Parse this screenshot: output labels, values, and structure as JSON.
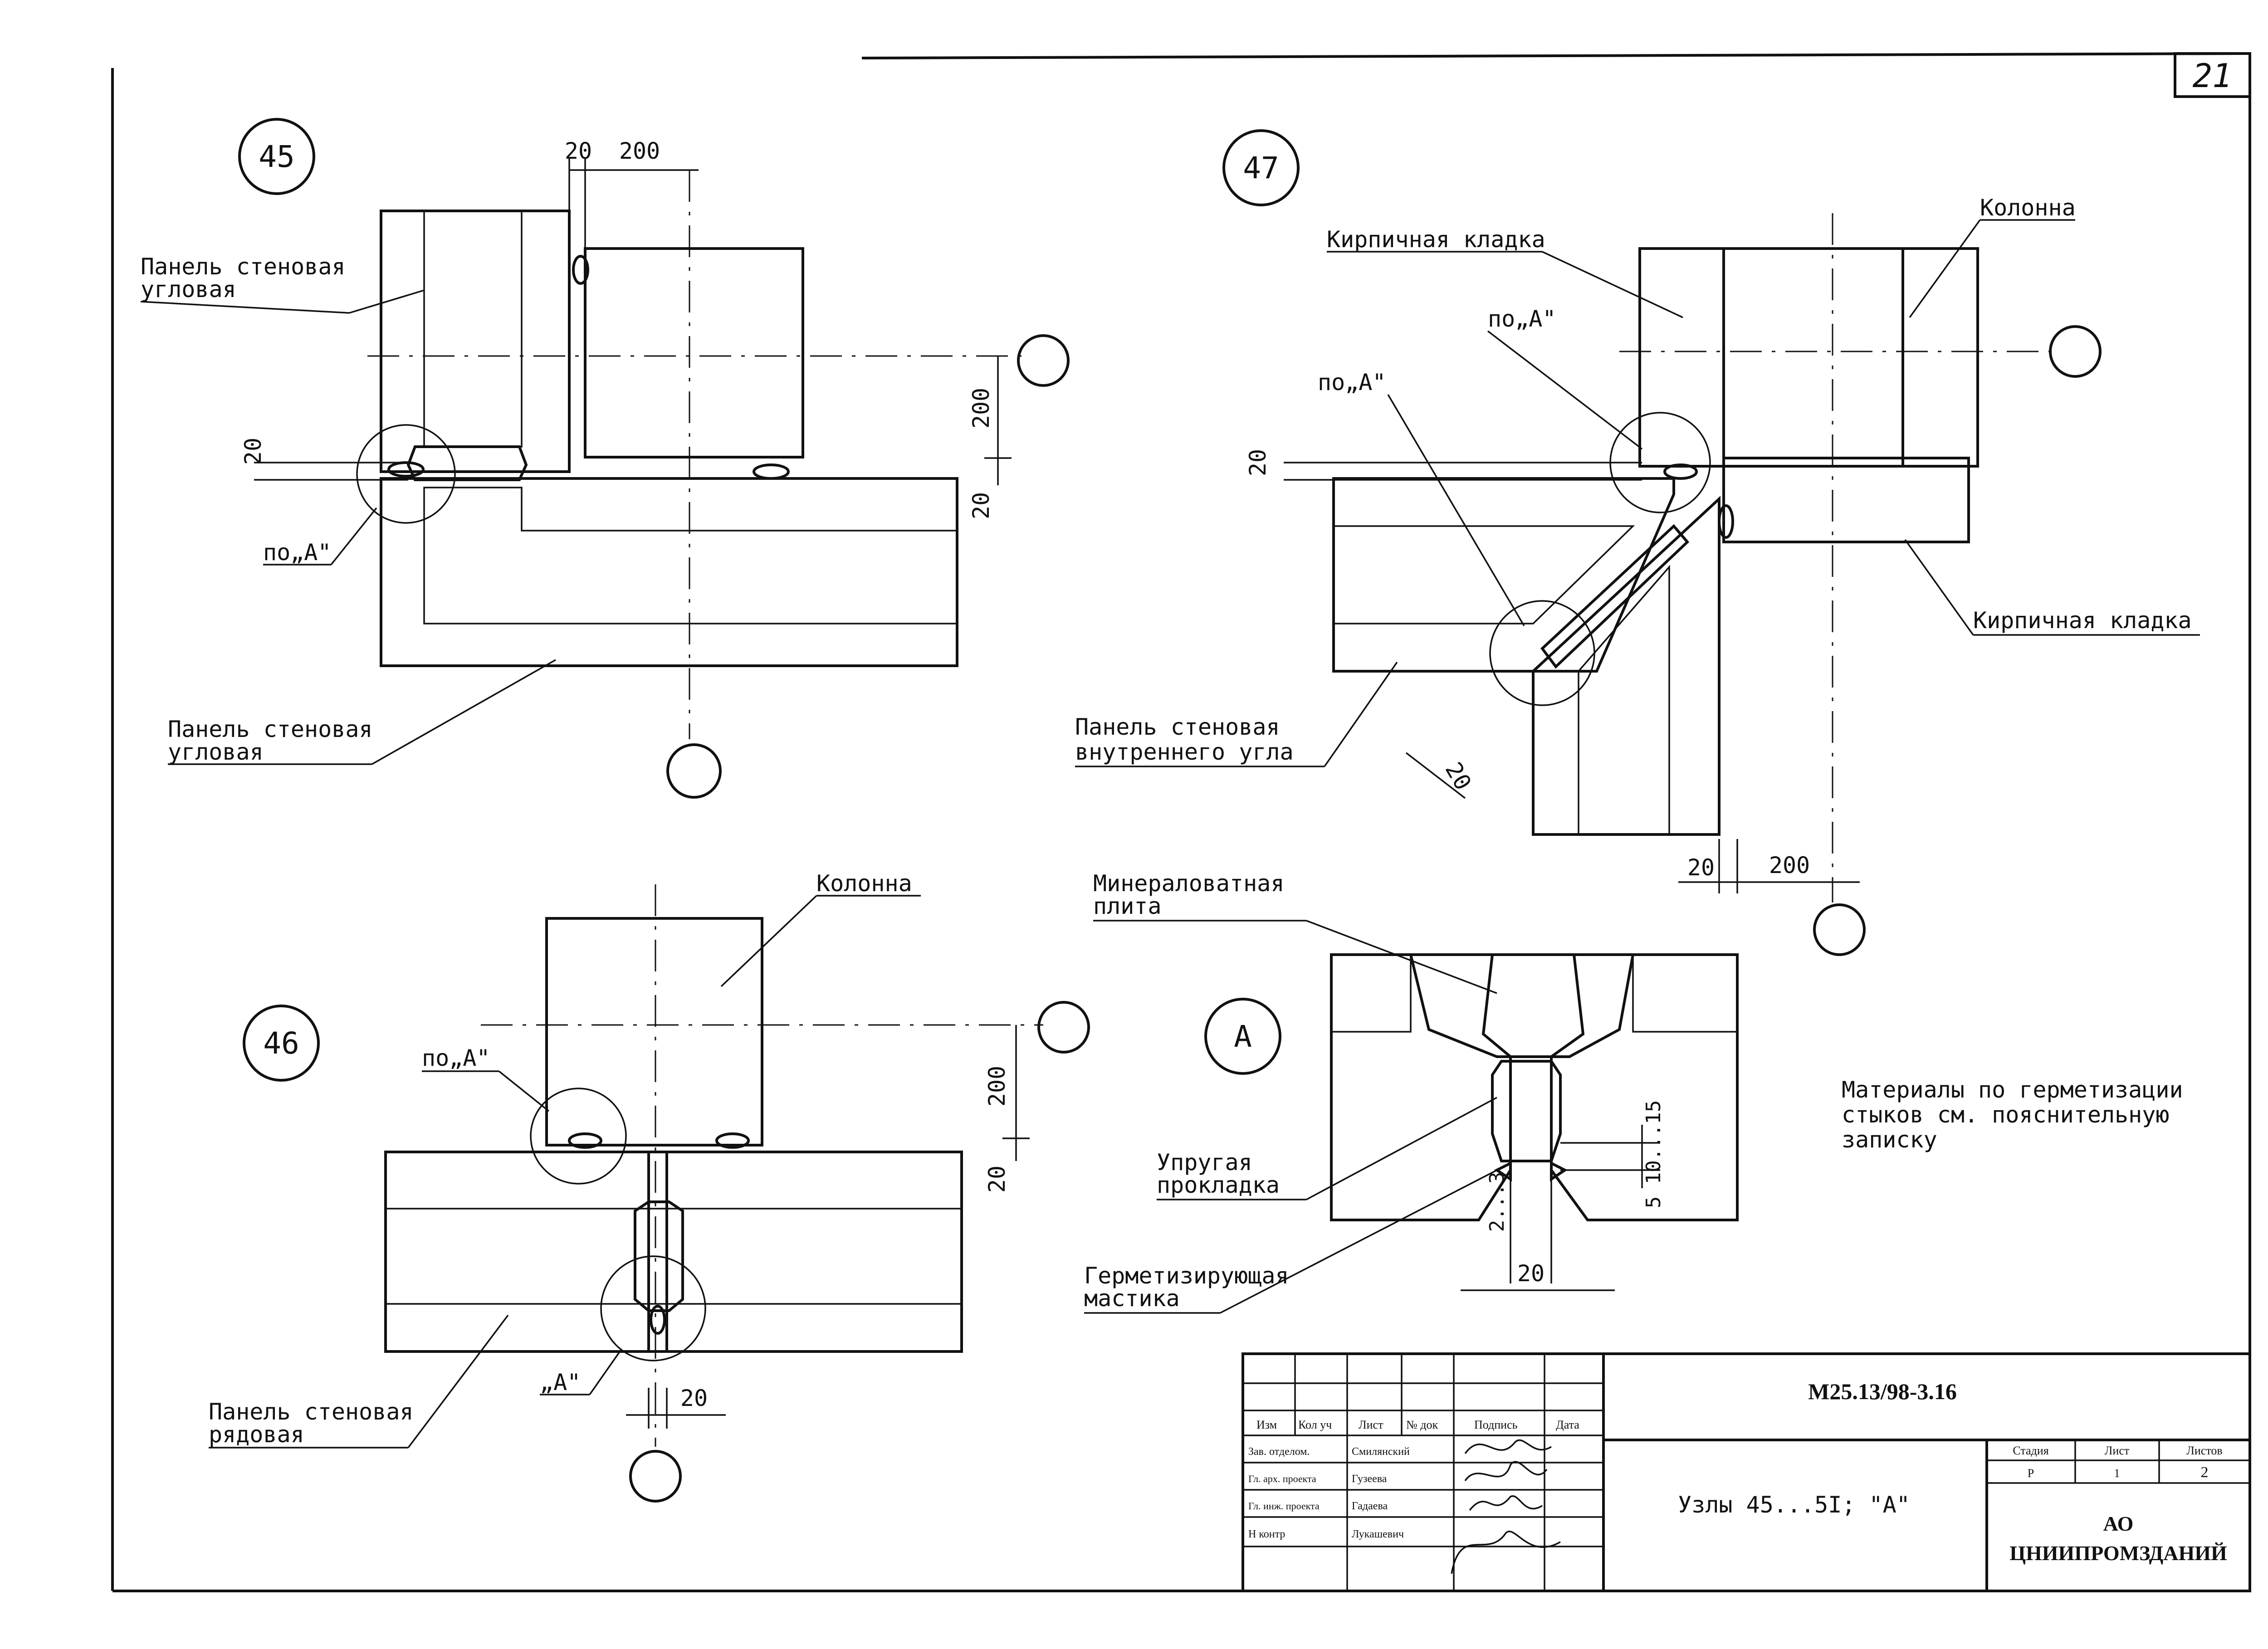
{
  "sheet_number": "21",
  "nodes": {
    "n45": {
      "marker": "45",
      "label_panel_top": [
        "Панель стеновая",
        "угловая"
      ],
      "label_panel_bottom": [
        "Панель стеновая",
        "угловая"
      ],
      "detail_ref": "по„А\"",
      "dims": {
        "gap": "20",
        "col_offset": "200",
        "v200": "200",
        "v20": "20",
        "left20": "20"
      }
    },
    "n47": {
      "marker": "47",
      "label_brick_top": "Кирпичная кладка",
      "label_column": "Колонна",
      "label_brick_bottom": "Кирпичная кладка",
      "detail_ref_1": "по„А\"",
      "detail_ref_2": "по„А\"",
      "label_panel": [
        "Панель стеновая",
        "внутреннего угла"
      ],
      "dims": {
        "left20": "20",
        "diag20": "20",
        "bottom20": "20",
        "bottom200": "200"
      }
    },
    "n46": {
      "marker": "46",
      "label_column": "Колонна",
      "detail_ref": "по„А\"",
      "detail_ref_bottom": "„А\"",
      "label_panel": [
        "Панель стеновая",
        "рядовая"
      ],
      "dims": {
        "v200": "200",
        "v20": "20",
        "bottom20": "20"
      }
    },
    "nA": {
      "marker": "А",
      "label_mineral": [
        "Минераловатная",
        "плита"
      ],
      "label_gasket": [
        "Упругая",
        "прокладка"
      ],
      "label_mastic": [
        "Герметизирующая",
        "мастика"
      ],
      "dims": {
        "depth": "5 10...15",
        "mastic": "2...3",
        "width": "20"
      }
    }
  },
  "note": [
    "Материалы по герметизации",
    "стыков см. пояснительную",
    "записку"
  ],
  "title_block": {
    "code": "М25.13/98-3.16",
    "title": "Узлы 45...5I; \"А\"",
    "header": [
      "Изм",
      "Кол уч",
      "Лист",
      "№ док",
      "Подпись",
      "Дата"
    ],
    "rows": [
      {
        "role": "Зав. отделом.",
        "name": "Смилянский"
      },
      {
        "role": "Гл. арх. проекта",
        "name": "Гузеева"
      },
      {
        "role": "Гл. инж. проекта",
        "name": "Гадаева"
      },
      {
        "role": "Н контр",
        "name": "Лукашевич"
      }
    ],
    "stage_header": [
      "Стадия",
      "Лист",
      "Листов"
    ],
    "stage_values": [
      "Р",
      "1",
      "2"
    ],
    "org": [
      "АО",
      "ЦНИИПРОМЗДАНИЙ"
    ]
  }
}
